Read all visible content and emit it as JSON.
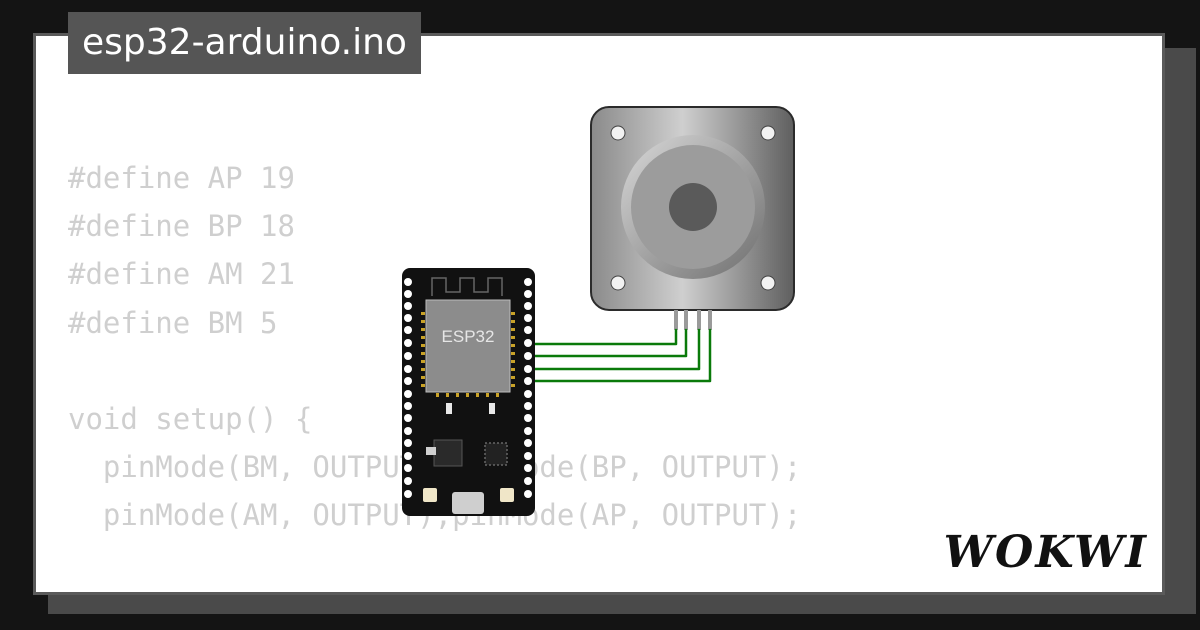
{
  "header": {
    "title": "esp32-arduino.ino"
  },
  "code_lines": [
    "#define AP 19",
    "#define BP 18",
    "#define AM 21",
    "#define BM 5",
    "",
    "void setup() {",
    "  pinMode(BM, OUTPUT);pinMode(BP, OUTPUT);",
    "  pinMode(AM, OUTPUT);pinMode(AP, OUTPUT);",
    "",
    "}"
  ],
  "board": {
    "label": "ESP32"
  },
  "motor": {
    "name": "stepper-motor"
  },
  "wire_color": "#0a7a0a",
  "logo": {
    "text": "WOKWI"
  }
}
